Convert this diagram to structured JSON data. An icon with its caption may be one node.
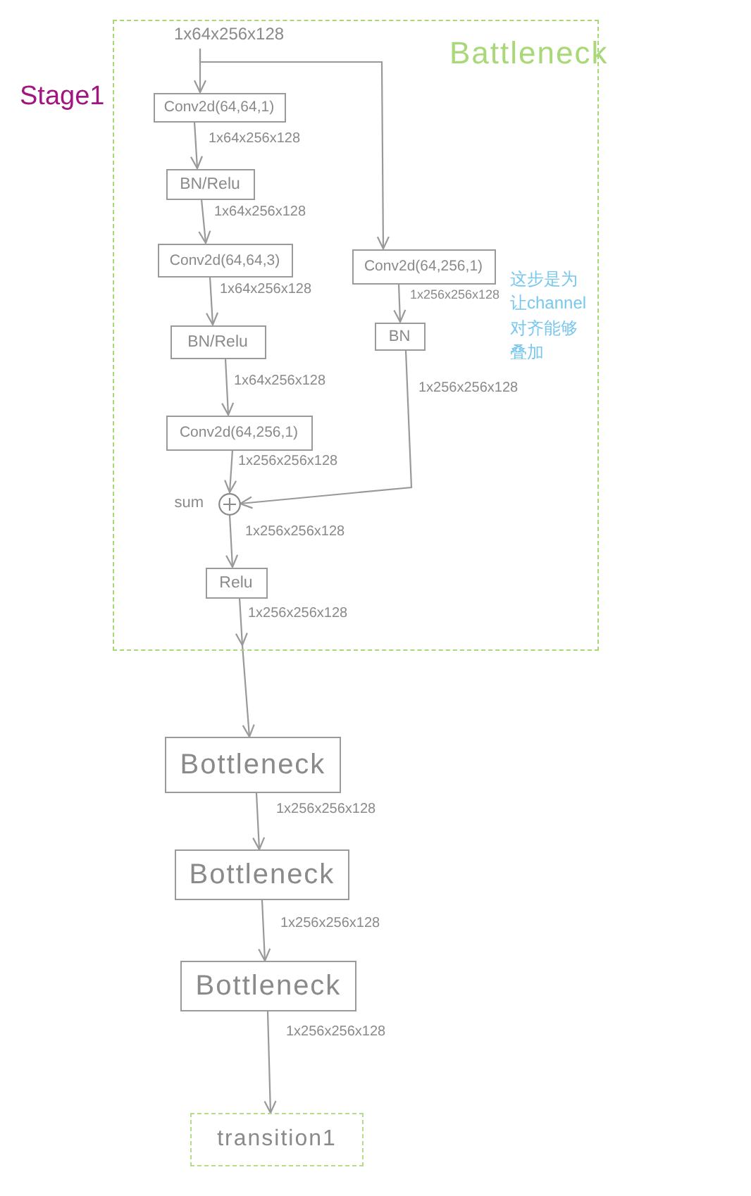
{
  "diagram": {
    "nodes": [
      {
        "text": [
          "Battleneck"
        ]
      },
      {
        "text": [
          "1x64x256x128"
        ],
        "in": 0
      },
      {
        "text": [
          "Conv2d(64,64,1)"
        ],
        "in": 0
      },
      {
        "text": [
          "BN/Relu"
        ],
        "in": 0
      },
      {
        "text": [
          "Conv2d(64,64,3)"
        ],
        "in": 0
      },
      {
        "text": [
          "Conv2d(64,256,1)"
        ],
        "in": 0
      },
      {
        "text": [
          "BN/Relu"
        ],
        "in": 0
      },
      {
        "text": [
          "BN"
        ],
        "in": 0
      },
      {
        "text": [
          "Conv2d(64,256,1)"
        ],
        "in": 0
      },
      {
        "text": [],
        "shape": "circle",
        "beside": [
          "sum"
        ],
        "in": 0
      },
      {
        "text": [
          "Relu"
        ],
        "in": 0
      },
      {
        "text": [
          "Bottleneck"
        ]
      },
      {
        "text": [
          "Bottleneck"
        ]
      },
      {
        "text": [
          "Bottleneck"
        ]
      },
      {
        "text": [
          "transition1"
        ]
      }
    ],
    "edges": [
      {
        "from": 1,
        "to": 2,
        "arrow": "to"
      },
      {
        "from": 1,
        "to": 5,
        "arrow": "to"
      },
      {
        "from": 2,
        "to": 3,
        "arrow": "to",
        "label": "1x64x256x128"
      },
      {
        "from": 3,
        "to": 4,
        "arrow": "to",
        "label": "1x64x256x128"
      },
      {
        "from": 4,
        "to": 6,
        "arrow": "to",
        "label": "1x64x256x128"
      },
      {
        "from": 6,
        "to": 8,
        "arrow": "to",
        "label": "1x64x256x128"
      },
      {
        "from": 8,
        "to": 9,
        "arrow": "to",
        "label": "1x256x256x128"
      },
      {
        "from": 5,
        "to": 7,
        "arrow": "to",
        "label": "1x256x256x128"
      },
      {
        "from": 7,
        "to": 9,
        "arrow": "to",
        "label": "1x256x256x128"
      },
      {
        "from": 9,
        "to": 10,
        "arrow": "to",
        "label": "1x256x256x128"
      },
      {
        "from": 10,
        "to": 11,
        "arrow": "to",
        "label": "1x256x256x128"
      },
      {
        "from": 11,
        "to": 12,
        "arrow": "to",
        "label": "1x256x256x128"
      },
      {
        "from": 12,
        "to": 13,
        "arrow": "to",
        "label": "1x256x256x128"
      },
      {
        "from": 13,
        "to": 14,
        "arrow": "to",
        "label": "1x256x256x128"
      }
    ],
    "labels": [
      "Stage1",
      "这步是为让channel对齐能够叠加"
    ]
  }
}
